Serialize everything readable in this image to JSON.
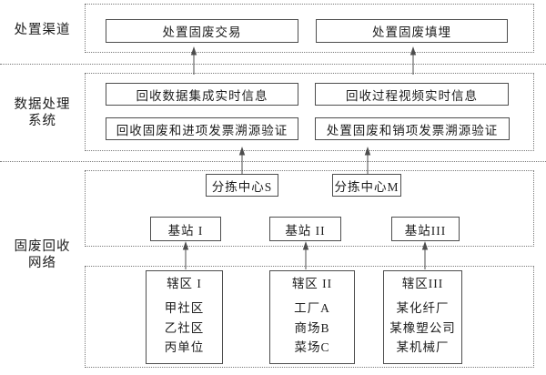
{
  "colors": {
    "solid_border": "#4d4d4d",
    "dotted_border": "#7a7a7a",
    "text": "#1c1c1c",
    "background": "#ffffff"
  },
  "section_labels": {
    "disposal_channel": "处置渠道",
    "data_processing_line1": "数据处理",
    "data_processing_line2": "系统",
    "recycling_network_line1": "固废回收",
    "recycling_network_line2": "网络"
  },
  "disposal_channel": {
    "trade": "处置固废交易",
    "landfill": "处置固废填埋"
  },
  "data_processing": {
    "recycle_data_realtime": "回收数据集成实时信息",
    "recycle_video_realtime": "回收过程视频实时信息",
    "recycle_invoice_trace": "回收固废和进项发票溯源验证",
    "disposal_invoice_trace": "处置固废和销项发票溯源验证"
  },
  "sorting_centers": {
    "s": "分拣中心S",
    "m": "分拣中心M"
  },
  "base_stations": {
    "one": "基站 I",
    "two": "基站 II",
    "three": "基站III"
  },
  "districts": [
    {
      "title": "辖区 I",
      "items": [
        "甲社区",
        "乙社区",
        "丙单位"
      ]
    },
    {
      "title": "辖区 II",
      "items": [
        "工厂A",
        "商场B",
        "菜场C"
      ]
    },
    {
      "title": "辖区III",
      "items": [
        "某化纤厂",
        "某橡塑公司",
        "某机械厂"
      ]
    }
  ]
}
